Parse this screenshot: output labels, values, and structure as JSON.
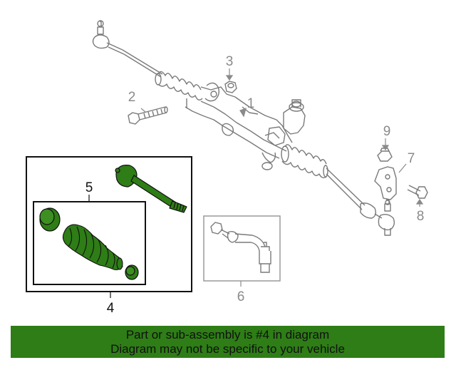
{
  "callouts": {
    "c1": "1",
    "c2": "2",
    "c3": "3",
    "c4": "4",
    "c5": "5",
    "c6": "6",
    "c7": "7",
    "c8": "8",
    "c9": "9"
  },
  "banner": {
    "line1": "Part or sub-assembly is #4 in diagram",
    "line2": "Diagram may not be specific to your vehicle"
  },
  "colors": {
    "banner_bg": "#2e7d16",
    "highlight_part": "#2e7d16",
    "line_grey": "#8a8a8a"
  }
}
